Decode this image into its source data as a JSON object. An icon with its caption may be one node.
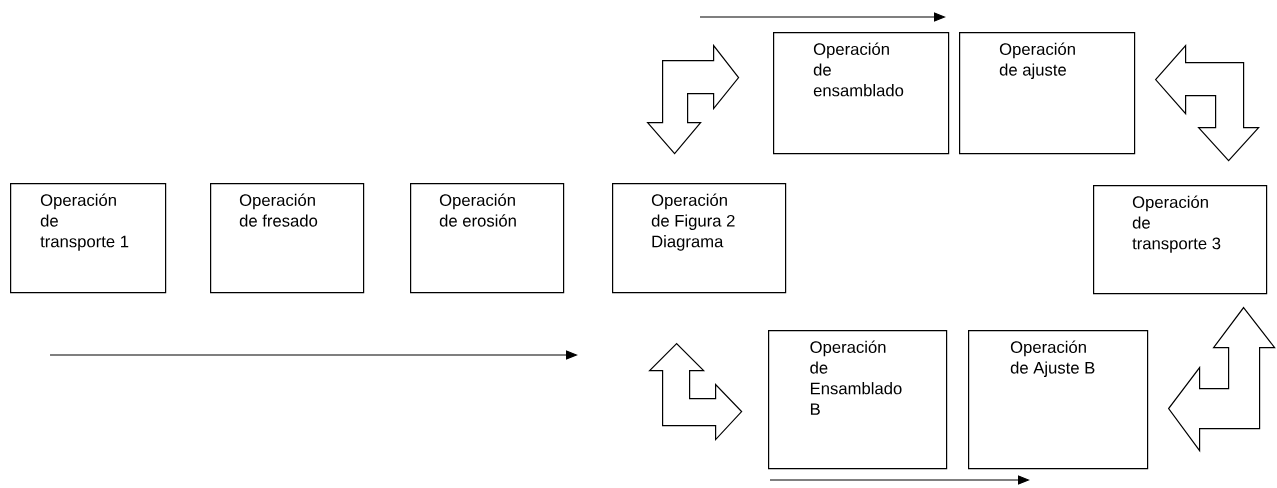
{
  "diagram": {
    "nodes": [
      {
        "text": [
          "Operación de transporte 1"
        ]
      },
      {
        "text": [
          "Operación de fresado"
        ]
      },
      {
        "text": [
          "Operación de erosión"
        ]
      },
      {
        "text": [
          "Operación de Figura 2 Diagrama"
        ]
      },
      {
        "text": [
          "Operación de ensamblado"
        ]
      },
      {
        "text": [
          "Operación de ajuste"
        ]
      },
      {
        "text": [
          "Operación de transporte 3"
        ]
      },
      {
        "text": [
          "Operación de Ensamblado B"
        ]
      },
      {
        "text": [
          "Operación de Ajuste B"
        ]
      }
    ],
    "edges": [
      {
        "from": 3,
        "to": 4,
        "arrow": "both"
      },
      {
        "from": 5,
        "to": 6,
        "arrow": "both"
      },
      {
        "from": 3,
        "to": 7,
        "arrow": "both"
      },
      {
        "from": 8,
        "to": 6,
        "arrow": "both"
      }
    ]
  }
}
